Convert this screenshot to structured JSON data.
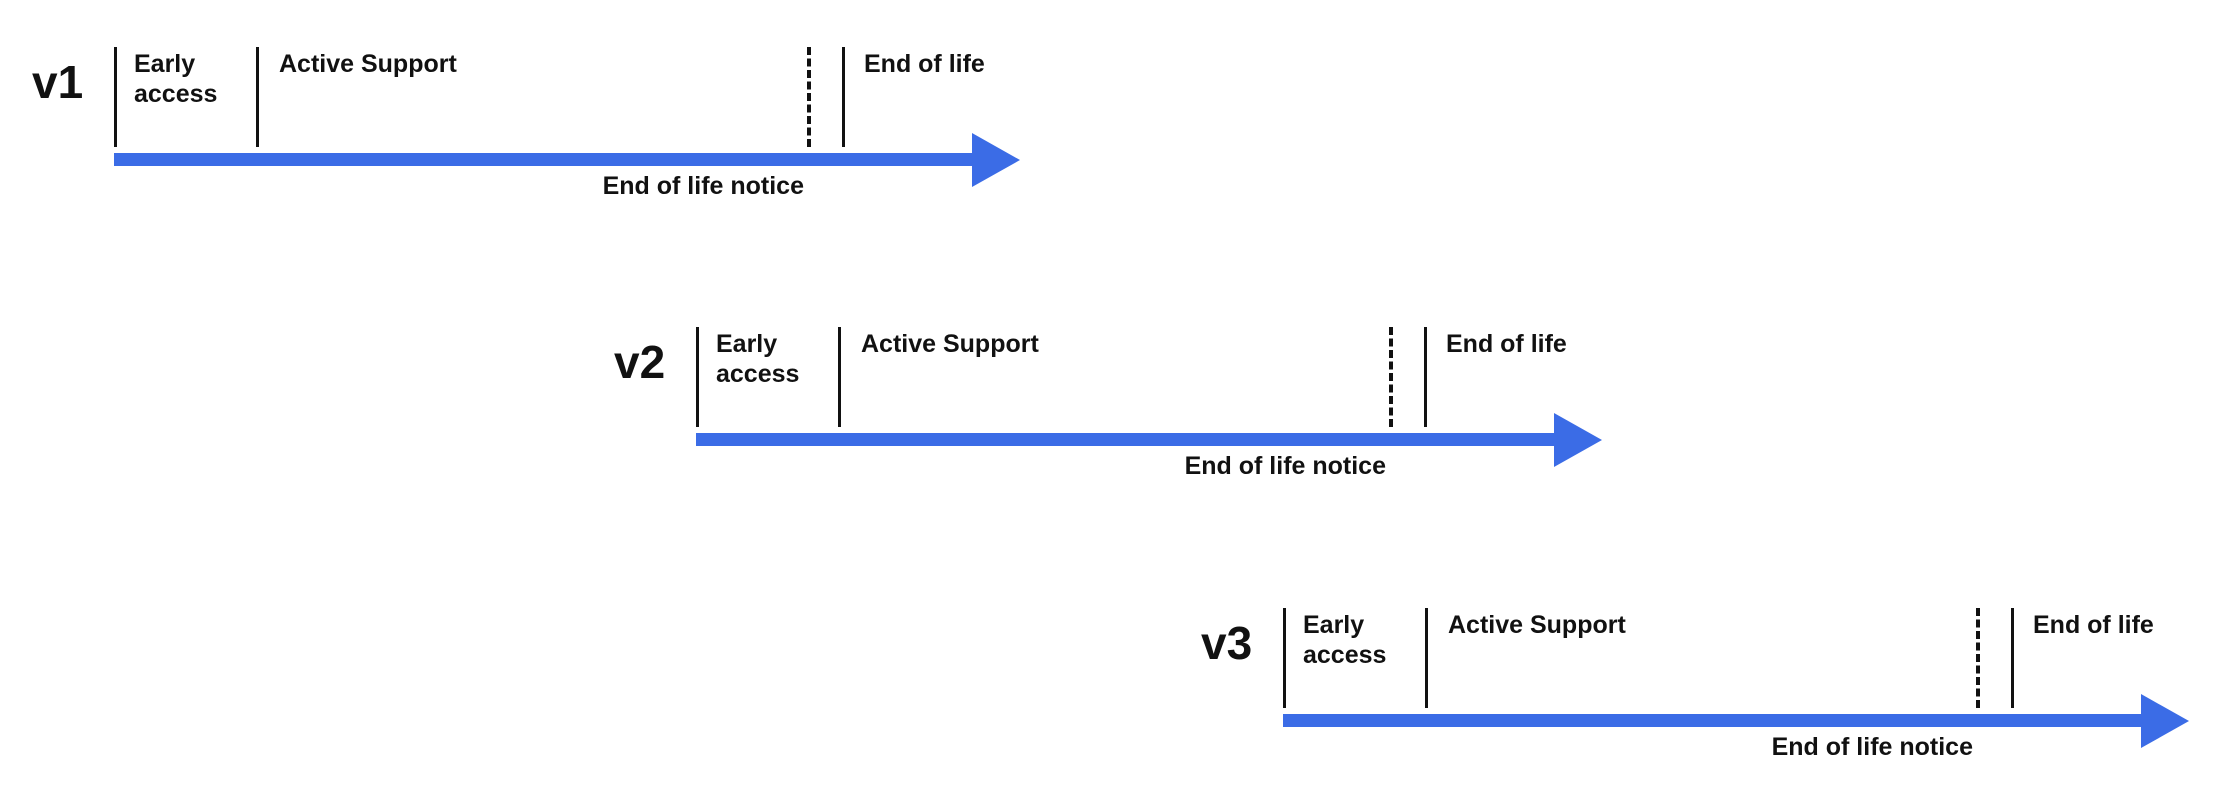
{
  "diagram": {
    "arrow_color": "#3b6ce6",
    "tick_color": "#111111",
    "text_color": "#111111",
    "timelines": [
      {
        "version": "v1",
        "labels": {
          "early_access": "Early access",
          "active_support": "Active Support",
          "end_of_life": "End of life",
          "end_of_life_notice": "End of life notice"
        }
      },
      {
        "version": "v2",
        "labels": {
          "early_access": "Early access",
          "active_support": "Active Support",
          "end_of_life": "End of life",
          "end_of_life_notice": "End of life notice"
        }
      },
      {
        "version": "v3",
        "labels": {
          "early_access": "Early access",
          "active_support": "Active Support",
          "end_of_life": "End of life",
          "end_of_life_notice": "End of life notice"
        }
      }
    ]
  }
}
